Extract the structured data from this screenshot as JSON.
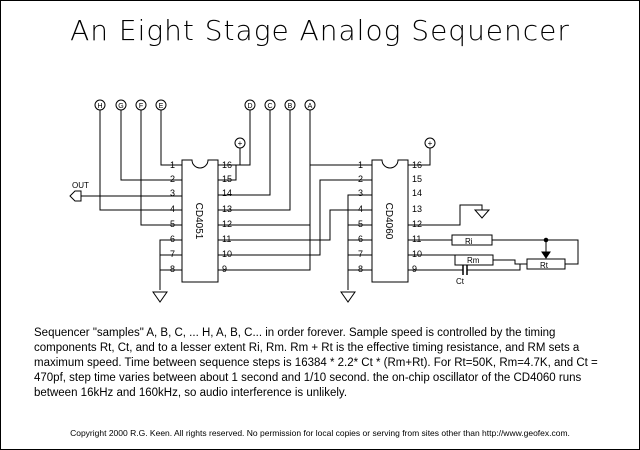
{
  "title": "An Eight Stage Analog Sequencer",
  "chips": {
    "left": {
      "name": "CD4051",
      "pins_left": [
        "1",
        "2",
        "3",
        "4",
        "5",
        "6",
        "7",
        "8"
      ],
      "pins_right": [
        "16",
        "15",
        "14",
        "13",
        "12",
        "11",
        "10",
        "9"
      ]
    },
    "right": {
      "name": "CD4060",
      "pins_left": [
        "1",
        "2",
        "3",
        "4",
        "5",
        "6",
        "7",
        "8"
      ],
      "pins_right": [
        "16",
        "15",
        "14",
        "13",
        "12",
        "11",
        "10",
        "9"
      ]
    }
  },
  "inputs": [
    "H",
    "G",
    "F",
    "E",
    "D",
    "C",
    "B",
    "A"
  ],
  "out_label": "OUT",
  "components": {
    "ri": "Ri",
    "rm": "Rm",
    "rt": "Rt",
    "ct": "Ct"
  },
  "power_symbol": "+",
  "description": "Sequencer \"samples\" A, B, C, ... H, A, B, C... in order forever. Sample speed is controlled by the timing components Rt, Ct, and to a lesser extent Ri, Rm. Rm + Rt is the effective timing resistance, and RM sets a maximum speed. Time between sequence steps is 16384 * 2.2* Ct * (Rm+Rt). For Rt=50K, Rm=4.7K, and Ct = 470pf, step time varies between about 1 second and 1/10 second. the on-chip oscillator of the CD4060 runs between 16kHz and 160kHz, so audio interference is unlikely.",
  "copyright": "Copyright 2000 R.G. Keen. All rights reserved. No permission for local copies or serving from sites other than http://www.geofex.com."
}
